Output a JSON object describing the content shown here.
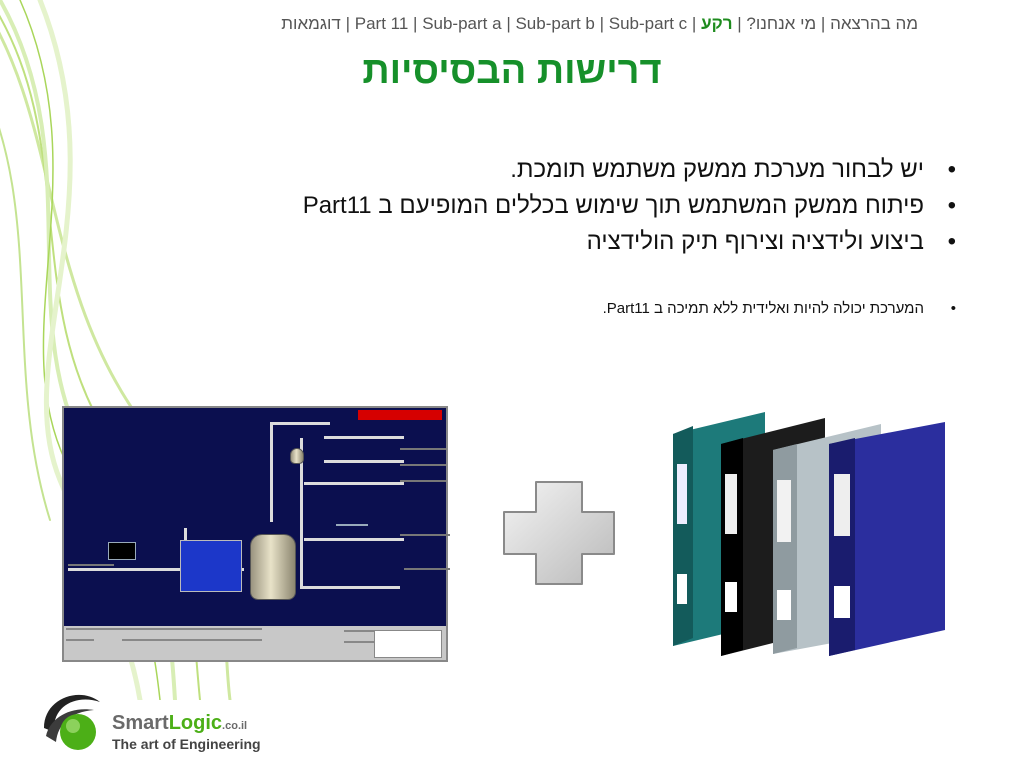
{
  "nav": {
    "items": [
      "מה בהרצאה",
      "מי אנחנו?",
      "רקע",
      "Part 11",
      "Sub-part a",
      "Sub-part b",
      "Sub-part c",
      "דוגמאות"
    ],
    "active": "רקע"
  },
  "title": "דרישות הבסיסיות",
  "bullets": [
    "יש לבחור מערכת ממשק משתמש תומכת.",
    "פיתוח ממשק המשתמש תוך שימוש בכללים המופיעם ב Part11",
    "ביצוע ולידציה וצירוף תיק הולידציה"
  ],
  "sub_bullet": "המערכת יכולה להיות ואלידית ללא תמיכה ב Part11.",
  "logo": {
    "brand_smart": "Smart",
    "brand_logic": "Logic",
    "brand_tld": ".co.il",
    "tagline": "The art of Engineering"
  },
  "colors": {
    "title_green": "#16902a",
    "scada_bg": "#0b0f4f",
    "alarm_red": "#d60000",
    "brand_green": "#4caf17"
  },
  "icons": {
    "plus": "plus-icon",
    "binders": "binders-image",
    "logo": "smartlogic-logo-icon"
  }
}
